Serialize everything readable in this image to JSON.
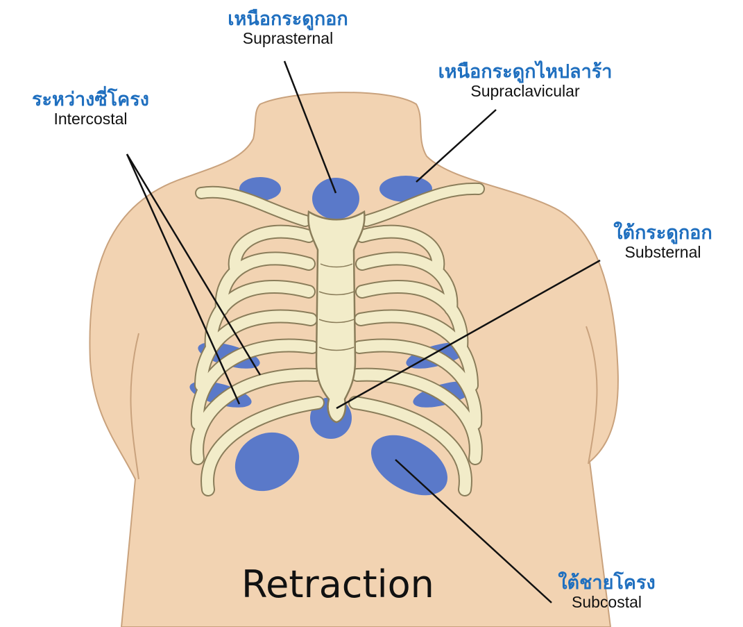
{
  "colors": {
    "thai_label": "#1f6fbf",
    "retraction_zone": "#5a79c9",
    "skin": "#f2d3b2",
    "skin_outline": "#c9a27d",
    "bone": "#f2ecc9",
    "bone_outline": "#8a7d5a",
    "leader_line": "#111111"
  },
  "title": "Retraction",
  "labels": {
    "suprasternal": {
      "th": "เหนือกระดูกอก",
      "en": "Suprasternal"
    },
    "supraclavicular": {
      "th": "เหนือกระดูกไหปลาร้า",
      "en": "Supraclavicular"
    },
    "intercostal": {
      "th": "ระหว่างซี่โครง",
      "en": "Intercostal"
    },
    "substernal": {
      "th": "ใต้กระดูกอก",
      "en": "Substernal"
    },
    "subcostal": {
      "th": "ใต้ชายโครง",
      "en": "Subcostal"
    }
  }
}
